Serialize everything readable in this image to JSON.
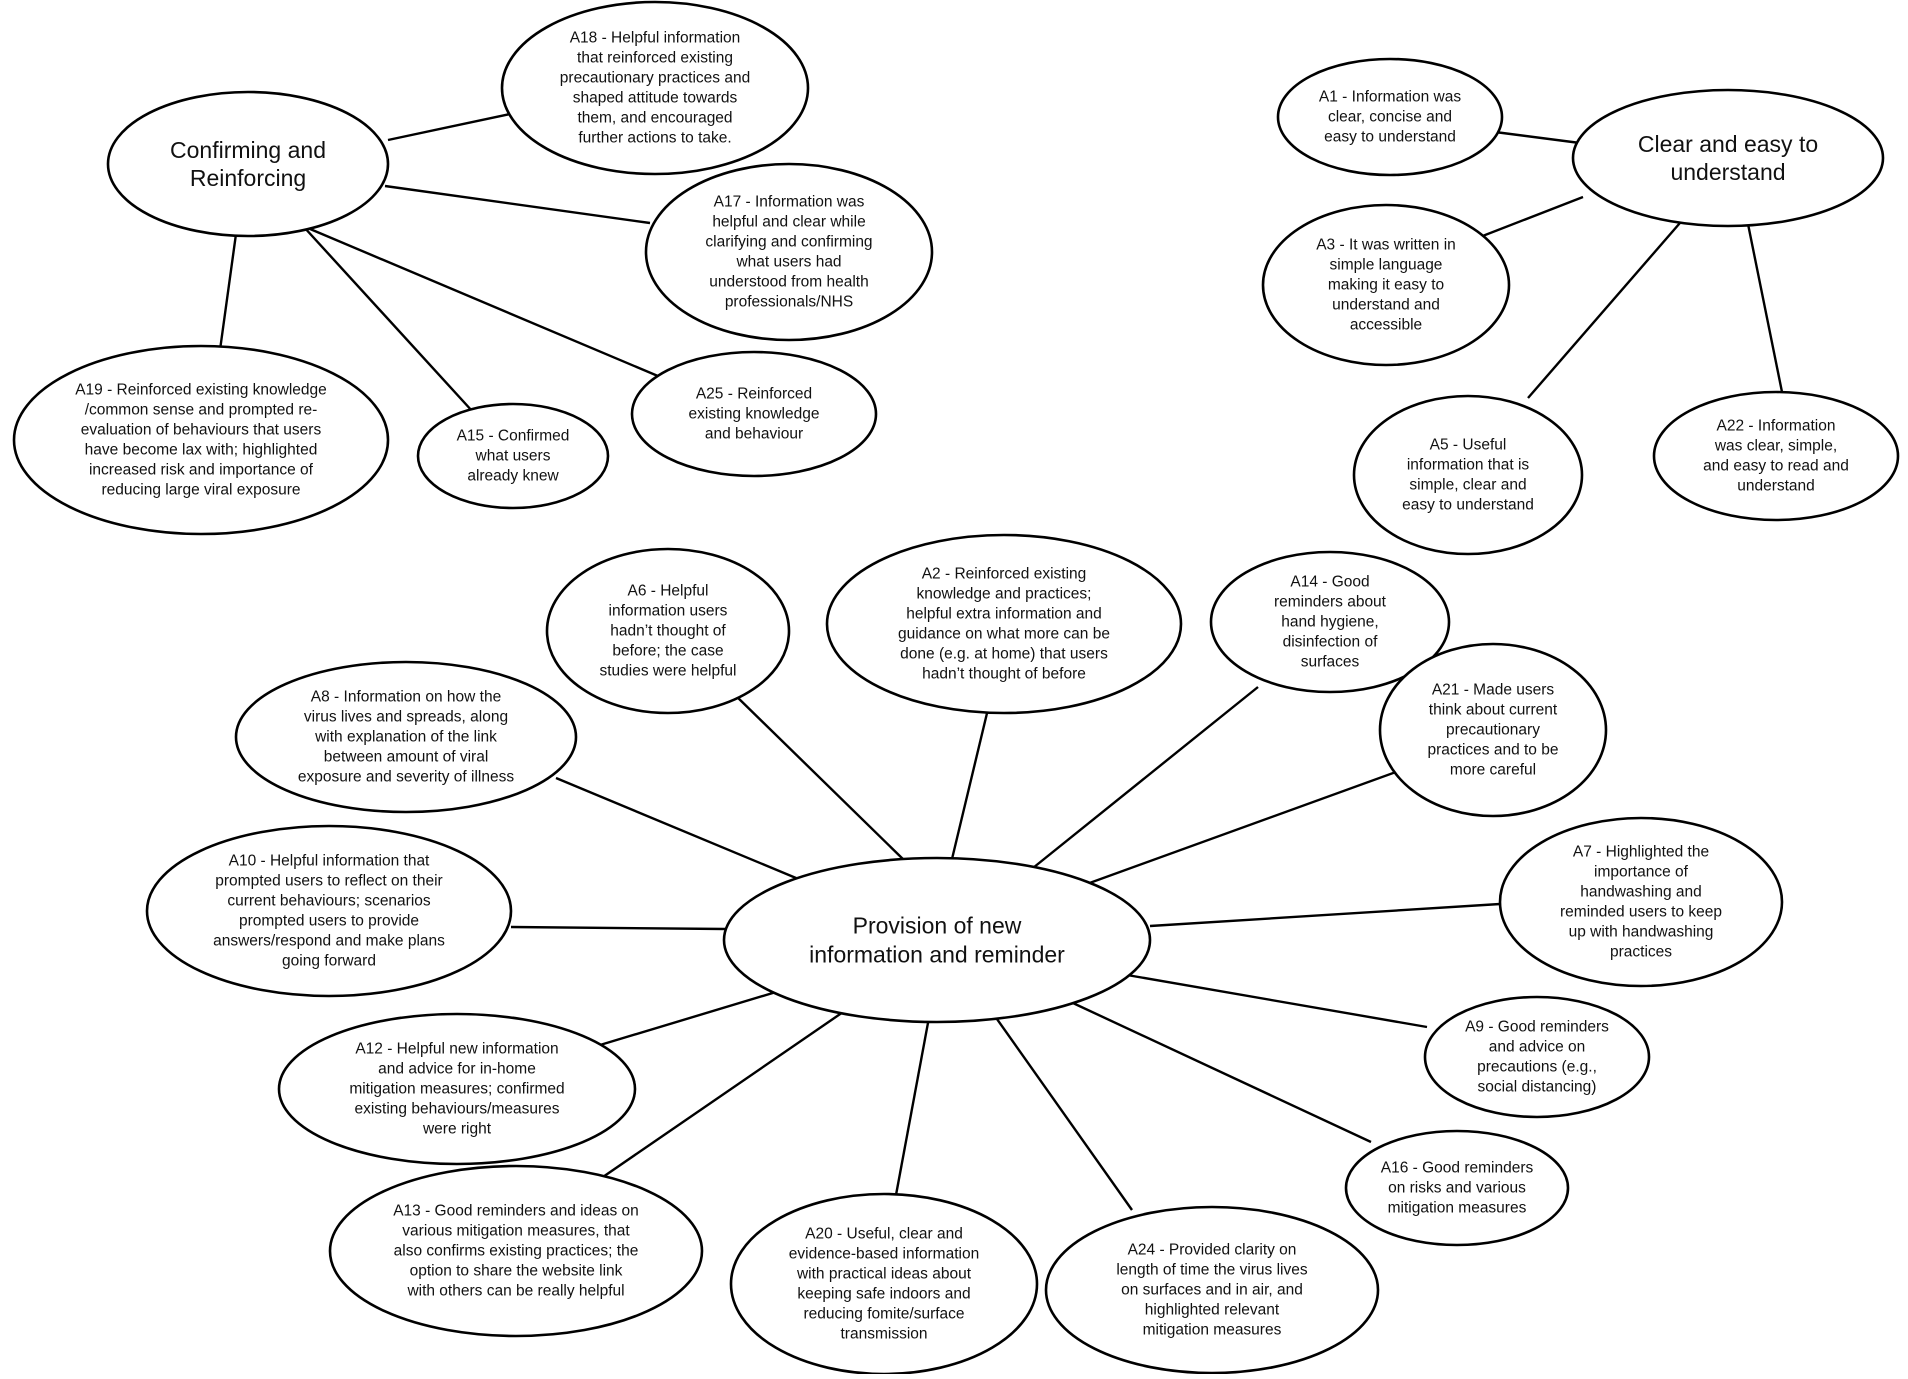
{
  "themes": [
    {
      "id": "confirming",
      "lines": [
        "Confirming and",
        "Reinforcing"
      ]
    },
    {
      "id": "clear",
      "lines": [
        "Clear and easy to",
        "understand"
      ]
    },
    {
      "id": "provision",
      "lines": [
        "Provision of new",
        "information and reminder"
      ]
    }
  ],
  "nodes": [
    {
      "id": "A18",
      "theme": "confirming",
      "lines": [
        "A18 - Helpful information",
        "that reinforced existing",
        "precautionary practices and",
        "shaped attitude towards",
        "them, and encouraged",
        "further actions to take."
      ]
    },
    {
      "id": "A17",
      "theme": "confirming",
      "lines": [
        "A17 - Information was",
        "helpful and clear while",
        "clarifying and confirming",
        "what users had",
        "understood from health",
        "professionals/NHS"
      ]
    },
    {
      "id": "A19",
      "theme": "confirming",
      "lines": [
        "A19 - Reinforced existing knowledge",
        "/common sense and prompted re-",
        "evaluation of behaviours that users",
        "have become lax with; highlighted",
        "increased risk and importance of",
        "reducing large viral exposure"
      ]
    },
    {
      "id": "A15",
      "theme": "confirming",
      "lines": [
        "A15 - Confirmed",
        "what users",
        "already knew"
      ]
    },
    {
      "id": "A25",
      "theme": "confirming",
      "lines": [
        "A25 - Reinforced",
        "existing knowledge",
        "and behaviour"
      ]
    },
    {
      "id": "A1",
      "theme": "clear",
      "lines": [
        "A1 - Information was",
        "clear, concise and",
        "easy to understand"
      ]
    },
    {
      "id": "A3",
      "theme": "clear",
      "lines": [
        "A3 - It was written in",
        "simple language",
        "making it easy to",
        "understand and",
        "accessible"
      ]
    },
    {
      "id": "A5",
      "theme": "clear",
      "lines": [
        "A5 - Useful",
        "information that is",
        "simple, clear and",
        "easy to understand"
      ]
    },
    {
      "id": "A22",
      "theme": "clear",
      "lines": [
        "A22 - Information",
        "was clear, simple,",
        "and easy to read and",
        "understand"
      ]
    },
    {
      "id": "A6",
      "theme": "provision",
      "lines": [
        "A6 - Helpful",
        "information users",
        "hadn’t thought of",
        "before; the case",
        "studies were helpful"
      ]
    },
    {
      "id": "A2",
      "theme": "provision",
      "lines": [
        "A2 - Reinforced existing",
        "knowledge and practices;",
        "helpful extra information and",
        "guidance on what more can be",
        "done (e.g. at home) that users",
        "hadn’t thought of before"
      ]
    },
    {
      "id": "A14",
      "theme": "provision",
      "lines": [
        "A14 - Good",
        "reminders about",
        "hand hygiene,",
        "disinfection of",
        "surfaces"
      ]
    },
    {
      "id": "A8",
      "theme": "provision",
      "lines": [
        "A8 - Information on how the",
        "virus lives and spreads, along",
        "with explanation of the link",
        "between amount of viral",
        "exposure and severity of illness"
      ]
    },
    {
      "id": "A21",
      "theme": "provision",
      "lines": [
        "A21 - Made users",
        "think about current",
        "precautionary",
        "practices and to be",
        "more careful"
      ]
    },
    {
      "id": "A10",
      "theme": "provision",
      "lines": [
        "A10 - Helpful information that",
        "prompted users to reflect on their",
        "current behaviours; scenarios",
        "prompted users to provide",
        "answers/respond and make plans",
        "going forward"
      ]
    },
    {
      "id": "A7",
      "theme": "provision",
      "lines": [
        "A7 - Highlighted the",
        "importance of",
        "handwashing and",
        "reminded users to keep",
        "up with handwashing",
        "practices"
      ]
    },
    {
      "id": "A9",
      "theme": "provision",
      "lines": [
        "A9 - Good reminders",
        "and advice on",
        "precautions (e.g.,",
        "social distancing)"
      ]
    },
    {
      "id": "A12",
      "theme": "provision",
      "lines": [
        "A12 - Helpful new information",
        "and advice for in-home",
        "mitigation measures; confirmed",
        "existing behaviours/measures",
        "were right"
      ]
    },
    {
      "id": "A16",
      "theme": "provision",
      "lines": [
        "A16 - Good reminders",
        "on risks and various",
        "mitigation measures"
      ]
    },
    {
      "id": "A13",
      "theme": "provision",
      "lines": [
        "A13 - Good reminders and ideas on",
        "various mitigation measures, that",
        "also confirms existing practices; the",
        "option to share the website link",
        "with others can be really helpful"
      ]
    },
    {
      "id": "A20",
      "theme": "provision",
      "lines": [
        "A20 - Useful, clear and",
        "evidence-based information",
        "with practical ideas about",
        "keeping safe indoors and",
        "reducing fomite/surface",
        "transmission"
      ]
    },
    {
      "id": "A24",
      "theme": "provision",
      "lines": [
        "A24 - Provided clarity on",
        "length of time the virus lives",
        "on surfaces and in air, and",
        "highlighted relevant",
        "mitigation measures"
      ]
    }
  ]
}
